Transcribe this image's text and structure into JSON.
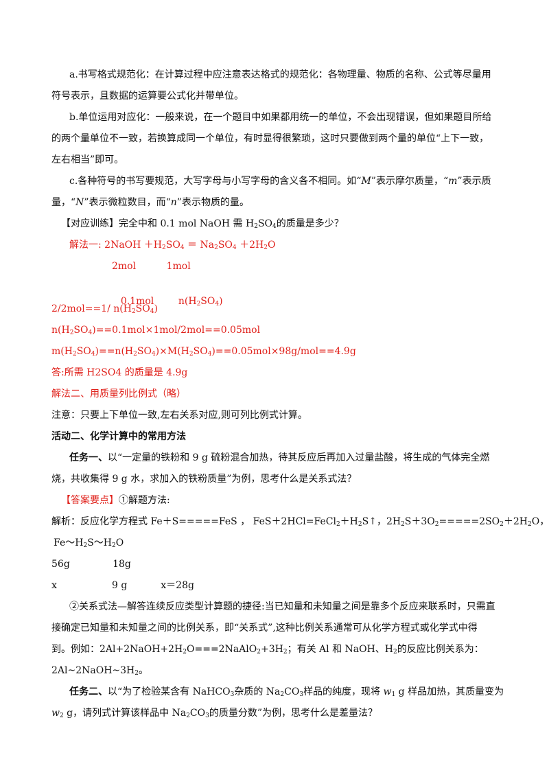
{
  "p1": {
    "l1": "a.书写格式规范化：在计算过程中应注意表达格式的规范化：各物理量、物质的名称、公式等尽量用",
    "l2": "符号表示，且数据的运算要公式化并带单位。"
  },
  "p2": {
    "l1": "b.单位运用对应化：一般来说，在一个题目中如果都用统一的单位，不会出现错误，但如果题目所给",
    "l2": "的两个量单位不一致，若换算成同一个单位，有时显得很繁琐，这时只要做到两个量的单位“上下一致，",
    "l3": "左右相当”即可。"
  },
  "p3": {
    "a": "c.各种符号的书写要规范，大写字母与小写字母的含义各不相同。如“",
    "M": "M",
    "b": "”表示摩尔质量，“",
    "m": "m",
    "c": "”表示质",
    "d": "量，“",
    "N": "N",
    "e": "”表示微粒数目，而“",
    "n": "n",
    "f": "”表示物质的量。"
  },
  "exercise": {
    "a": "【对应训练】完全中和 0.1 mol NaOH 需 H",
    "s2": "2",
    "b": "SO",
    "s4": "4",
    "c": "的质量是多少？"
  },
  "sol1": {
    "eq": {
      "a": "解法一:   2NaOH  ＋H",
      "s2": "2",
      "b": "SO",
      "s4": "4",
      "c": " ＝  Na",
      "d": "SO",
      "e": " ＋2H",
      "f": "O"
    },
    "row1": "2mol          1mol",
    "row2a": "0.1mol        n(H",
    "row2b": "SO",
    "row2c": ")",
    "ratio_a": "2/2mol==1/ n(H",
    "ratio_b": "SO",
    "ratio_c": ")",
    "n_a": "n(H",
    "n_b": "SO",
    "n_c": ")==0.1mol×1mol/2mol==0.05mol",
    "m_a": "m(H",
    "m_b": "SO",
    "m_c": ")==n(H",
    "m_d": "SO",
    "m_e": ")×M(H",
    "m_f": "SO",
    "m_g": ")==0.05mol×98g/mol==4.9g",
    "answer": "答:所需 H2SO4 的质量是 4.9g"
  },
  "sol2": "解法二、用质量列比例式（略）",
  "note": "注意：只要上下单位一致,左右关系对应,则可列比例式计算。",
  "activity_title": "活动二、化学计算中的常用方法",
  "task1": {
    "label": "任务一、",
    "l1": "以“一定量的铁粉和 9 g 硫粉混合加热，待其反应后再加入过量盐酸，将生成的气体完全燃",
    "l2": "烧，共收集得 9 g 水，求加入的铁粉质量”为例，思考什么是关系式法？"
  },
  "answer_key": {
    "label": "【答案要点】",
    "text": "①解题方法:"
  },
  "analysis": {
    "a": "解析：反应化学方程式 Fe＋S=====FeS  ，  FeS＋2HCl=FeCl",
    "s2a": "2",
    "b": "＋H",
    "s2b": "2",
    "c": "S↑，2H",
    "s2c": "2",
    "d": "S＋3O",
    "s2d": "2",
    "e": "=====2SO",
    "s2e": "2",
    "f": "＋2H",
    "s2f": "2",
    "g": "O，"
  },
  "chain": {
    "a": "Fe～H",
    "s2": "2",
    "b": "S～H",
    "s2b": "2",
    "c": "O"
  },
  "chain_row1": "56g              18g",
  "chain_row2": "x                  9 g           x＝28g",
  "method": {
    "l1": "②关系式法—解答连续反应类型计算题的捷径:当已知量和未知量之间是靠多个反应来联系时，只需直",
    "l2": "接确定已知量和未知量之间的比例关系，即“关系式”,这种比例关系通常可从化学方程式或化学式中得",
    "l3a": "到。例如：2Al+2NaOH+2H",
    "l3s": "2",
    "l3b": "O===2NaAlO",
    "l3s2": "2",
    "l3c": "+3H",
    "l3s3": "2",
    "l3d": "；有关 Al 和 NaOH、H",
    "l3s4": "2",
    "l3e": "的反应比例关系为：",
    "l4a": "2Al~2NaOH~3H",
    "l4s": "2",
    "l4b": "。"
  },
  "task2": {
    "label": "任务二、",
    "a": "以“为了检验某含有 NaHCO",
    "s3": "3",
    "b": "杂质的 Na",
    "s2": "2",
    "c": "CO",
    "s3b": "3",
    "d": "样品的纯度，现将 ",
    "w1": "w",
    "w1s": "1",
    "e": " g 样品加热，其质量变为",
    "w2": "w",
    "w2s": "2",
    "f": " g，请列式计算该样品中 Na",
    "s2b": "2",
    "g": "CO",
    "s3c": "3",
    "h": "的质量分数”为例，思考什么是差量法？"
  }
}
